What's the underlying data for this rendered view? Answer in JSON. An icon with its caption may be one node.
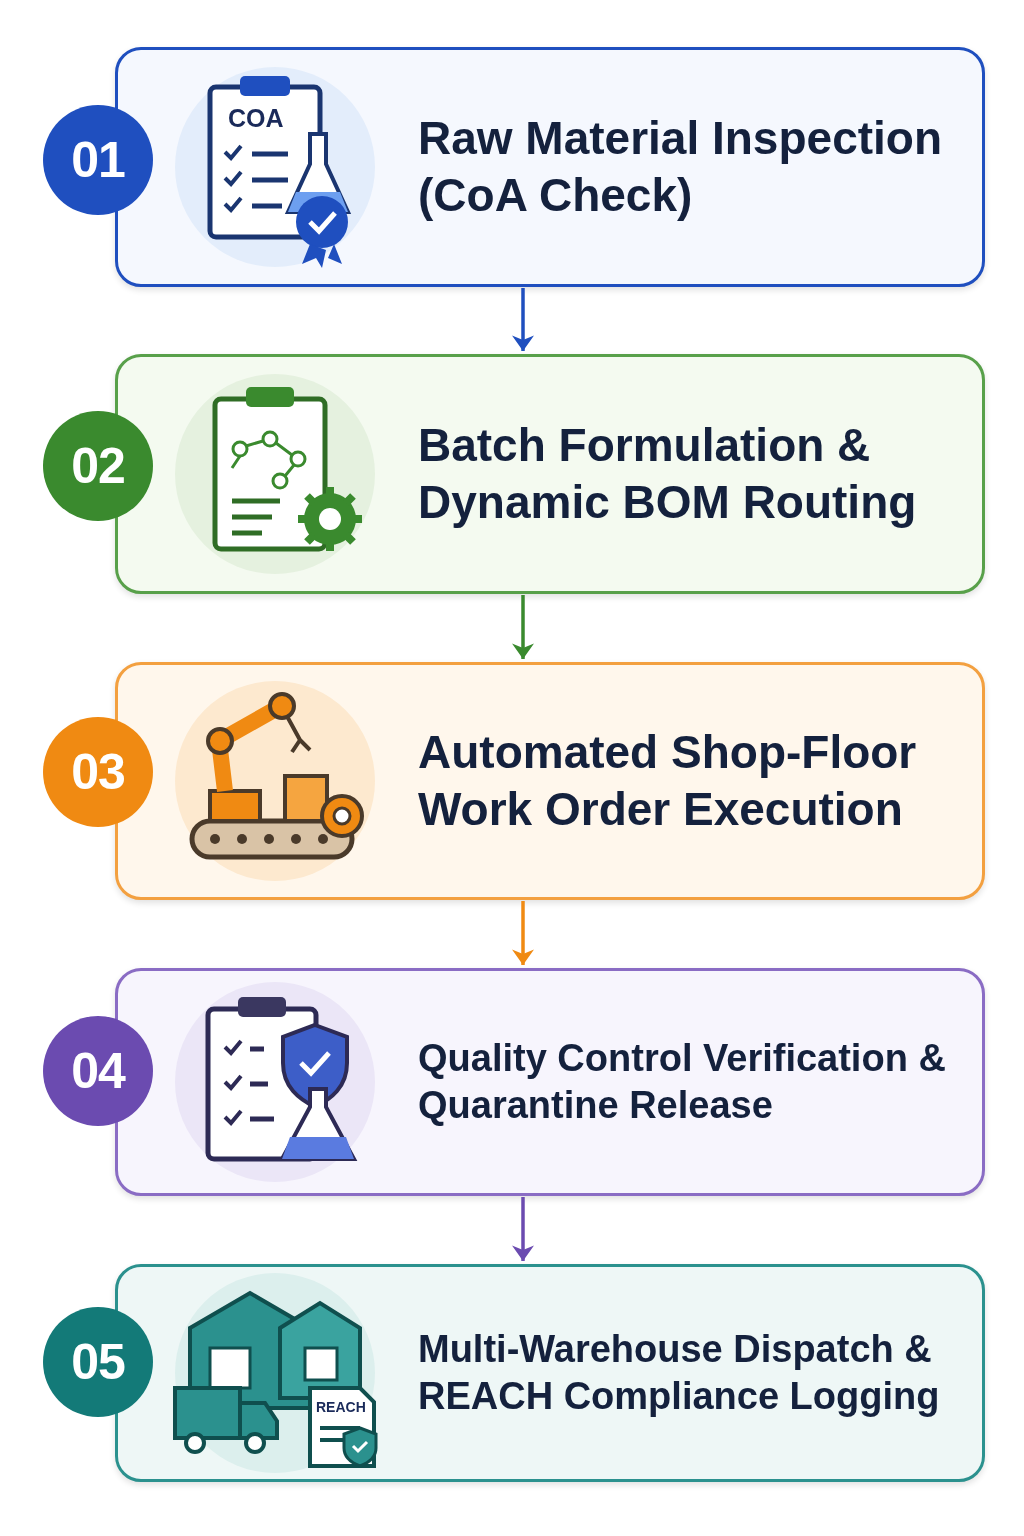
{
  "diagram": {
    "nodes": [
      {
        "text": [
          "01"
        ]
      },
      {
        "text": [
          "Raw Material Inspection (CoA Check)"
        ]
      },
      {
        "text": [
          "02"
        ]
      },
      {
        "text": [
          "Batch Formulation & Dynamic BOM Routing"
        ]
      },
      {
        "text": [
          "03"
        ]
      },
      {
        "text": [
          "Automated Shop-Floor Work Order Execution"
        ]
      },
      {
        "text": [
          "04"
        ]
      },
      {
        "text": [
          "Quality Control Verification & Quarantine Release"
        ]
      },
      {
        "text": [
          "05"
        ]
      },
      {
        "text": [
          "Multi-Warehouse Dispatch & REACH Compliance Logging"
        ]
      }
    ],
    "edges": [
      {
        "from": 1,
        "to": 3,
        "arrow": "to",
        "color": "#1f4fbf"
      },
      {
        "from": 3,
        "to": 5,
        "arrow": "to",
        "color": "#3a8a2e"
      },
      {
        "from": 5,
        "to": 7,
        "arrow": "to",
        "color": "#f08a12"
      },
      {
        "from": 7,
        "to": 9,
        "arrow": "to",
        "color": "#6b4bb0"
      }
    ],
    "labels": [
      "COA",
      "REACH"
    ]
  }
}
